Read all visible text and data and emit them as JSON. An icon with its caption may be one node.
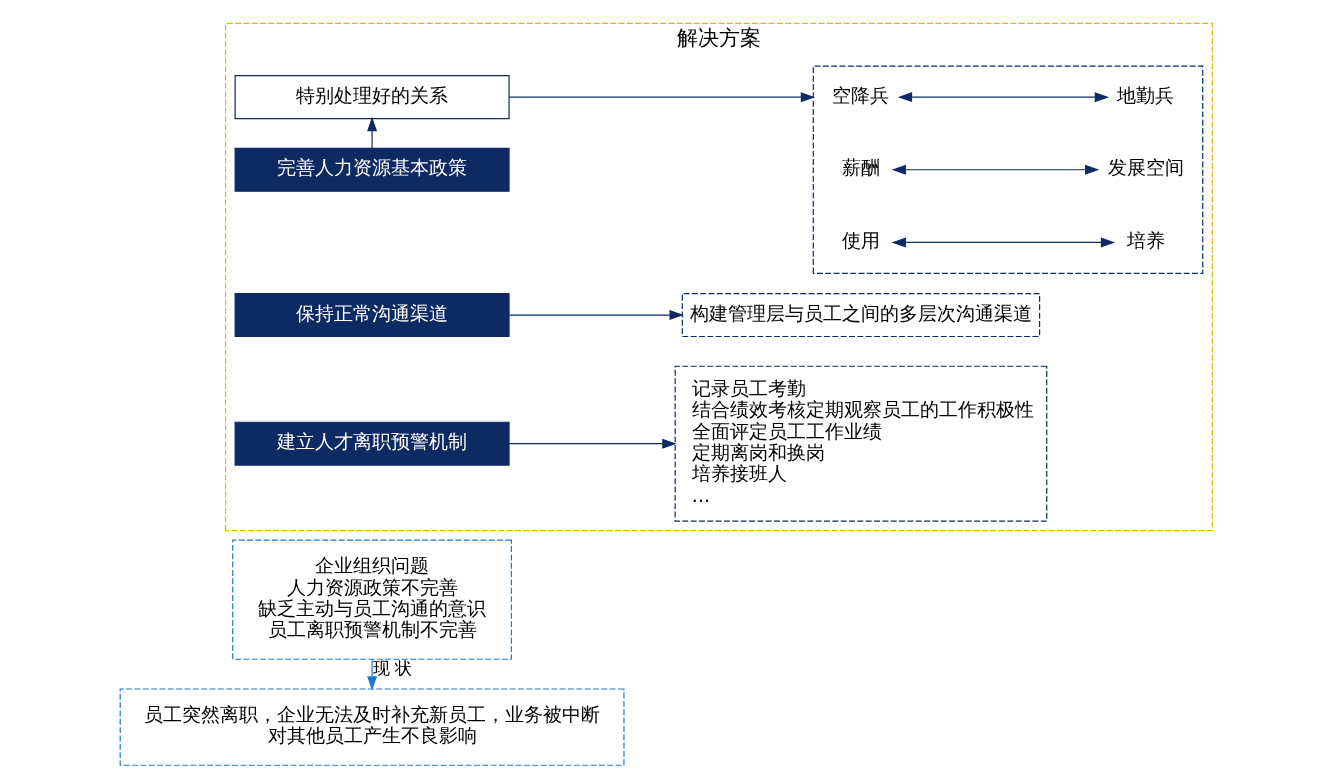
{
  "diagram": {
    "nodes": [
      {
        "text": [
          "企业组织问题",
          "人力资源政策不完善",
          "缺乏主动与员工沟通的意识",
          "员工离职预警机制不完善"
        ]
      },
      {
        "text": [
          "员工突然离职，企业无法及时补充新员工，业务被中断",
          "对其他员工产生不良影响"
        ]
      },
      {
        "text": [
          "解决方案"
        ]
      },
      {
        "text": [
          "完善人力资源基本政策"
        ],
        "in": 2
      },
      {
        "text": [
          "特别处理好的关系"
        ],
        "in": 2
      },
      {
        "text": [],
        "shape": "box",
        "in": 2
      },
      {
        "text": [
          "空降兵"
        ],
        "in": 5
      },
      {
        "text": [
          "地勤兵"
        ],
        "in": 5
      },
      {
        "text": [
          "薪酬"
        ],
        "in": 5
      },
      {
        "text": [
          "发展空间"
        ],
        "in": 5
      },
      {
        "text": [
          "使用"
        ],
        "in": 5
      },
      {
        "text": [
          "培养"
        ],
        "in": 5
      },
      {
        "text": [
          "保持正常沟通渠道"
        ],
        "in": 2
      },
      {
        "text": [
          "构建管理层与员工之间的多层次沟通渠道"
        ],
        "in": 2
      },
      {
        "text": [
          "建立人才离职预警机制"
        ],
        "in": 2
      },
      {
        "text": [
          "记录员工考勤",
          "结合绩效考核定期观察员工的工作积极性",
          "全面评定员工工作业绩",
          "定期离岗和换岗",
          "培养接班人",
          "..."
        ],
        "in": 2
      }
    ],
    "edges": [
      {
        "from": 0,
        "to": 1,
        "arrow": "to",
        "label": "现 状",
        "color": "#1e78c8"
      },
      {
        "from": 3,
        "to": 4,
        "arrow": "to"
      },
      {
        "from": 4,
        "to": 5,
        "arrow": "to"
      },
      {
        "from": 6,
        "to": 7,
        "arrow": "both"
      },
      {
        "from": 8,
        "to": 9,
        "arrow": "both"
      },
      {
        "from": 10,
        "to": 11,
        "arrow": "both"
      },
      {
        "from": 12,
        "to": 13,
        "arrow": "to"
      },
      {
        "from": 14,
        "to": 15,
        "arrow": "to"
      }
    ]
  }
}
